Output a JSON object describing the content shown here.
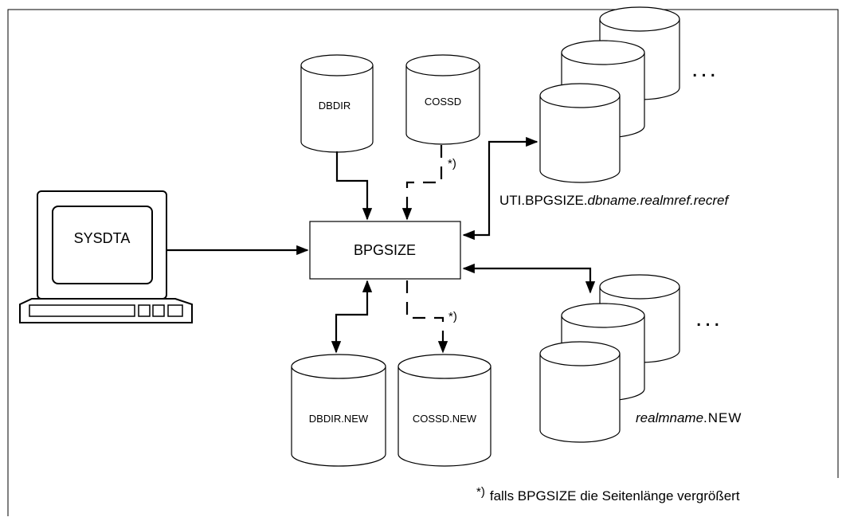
{
  "nodes": {
    "sysdta": "SYSDTA",
    "bpgsize": "BPGSIZE",
    "dbdir": "DBDIR",
    "cossd": "COSSD",
    "dbdir_new": "DBDIR.NEW",
    "cossd_new": "COSSD.NEW"
  },
  "labels": {
    "uti_prefix": "UTI.BPGSIZE.",
    "uti_italic": "dbname.realmref.recref",
    "realm_italic": "realmname",
    "realm_suffix": ".NEW",
    "ellipsis": "...",
    "asterisk": "*)",
    "footnote_mark": "*)",
    "footnote_text": "falls BPGSIZE die Seitenlänge vergrößert"
  },
  "colors": {
    "line": "#000000",
    "fill": "#ffffff"
  }
}
